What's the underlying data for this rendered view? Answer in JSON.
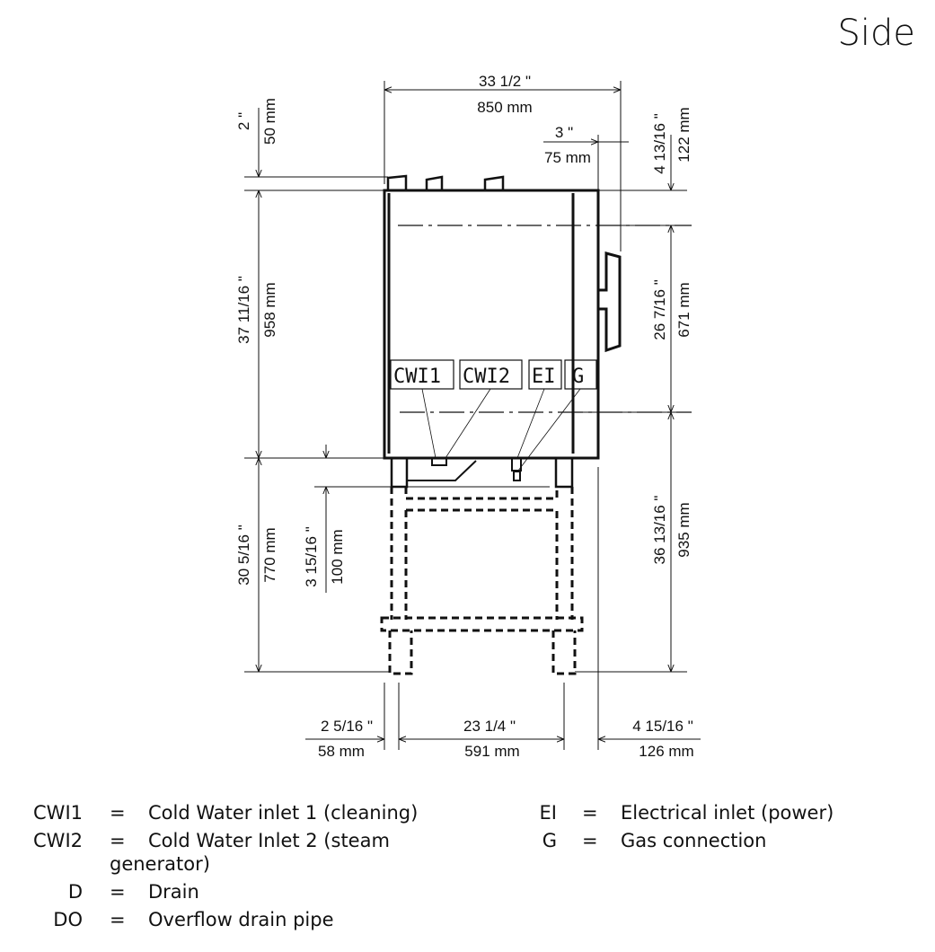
{
  "title": "Side",
  "dimensions": {
    "top_width_in": "33 1/2 \"",
    "top_width_mm": "850 mm",
    "offset_in": "3 \"",
    "offset_mm": "75 mm",
    "right_top_in": "4 13/16 \"",
    "right_top_mm": "122 mm",
    "right_mid_in": "26 7/16 \"",
    "right_mid_mm": "671 mm",
    "right_bot_in": "36 13/16 \"",
    "right_bot_mm": "935 mm",
    "left_top_in": "2 \"",
    "left_top_mm": "50 mm",
    "left_mid_in": "37 11/16 \"",
    "left_mid_mm": "958 mm",
    "left_bot_in": "30 5/16 \"",
    "left_bot_mm": "770 mm",
    "drain_in": "3 15/16 \"",
    "drain_mm": "100 mm",
    "bottom_left_in": "2 5/16 \"",
    "bottom_left_mm": "58 mm",
    "bottom_mid_in": "23 1/4 \"",
    "bottom_mid_mm": "591 mm",
    "bottom_right_in": "4 15/16 \"",
    "bottom_right_mm": "126 mm"
  },
  "labels": {
    "cwi1": "CWI1",
    "cwi2": "CWI2",
    "ei": "EI",
    "g": "G"
  },
  "legend": [
    {
      "key": "CWI1",
      "eq": "=",
      "value": "Cold Water inlet 1 (cleaning)"
    },
    {
      "key": "CWI2",
      "eq": "=",
      "value": "Cold Water Inlet 2 (steam"
    },
    {
      "key": "",
      "eq": "",
      "value": "generator)"
    },
    {
      "key": "D",
      "eq": "=",
      "value": "Drain"
    },
    {
      "key": "DO",
      "eq": "=",
      "value": "Overflow drain pipe"
    },
    {
      "key": "EI",
      "eq": "=",
      "value": "Electrical inlet (power)"
    },
    {
      "key": "G",
      "eq": "=",
      "value": "Gas connection"
    }
  ]
}
